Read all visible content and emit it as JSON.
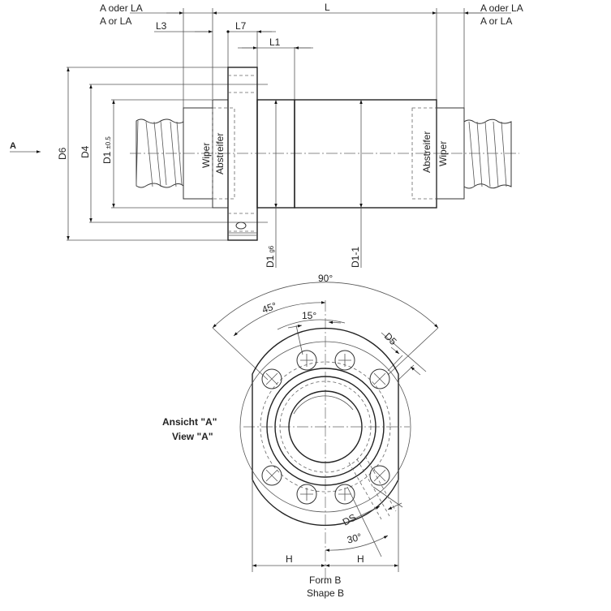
{
  "labels": {
    "a_oder_la_left": "A oder LA",
    "a_or_la_left": "A or LA",
    "a_oder_la_right": "A oder LA",
    "a_or_la_right": "A or LA",
    "L": "L",
    "L3": "L3",
    "L7": "L7",
    "L1": "L1",
    "view_arrow": "A",
    "D6": "D6",
    "D4": "D4",
    "D1_tol": "D1",
    "D1_tol_sub": "±0.5",
    "D1_g6": "D1",
    "D1_g6_sub": "g6",
    "D1_1": "D1-1",
    "wiper_left": "Wiper",
    "abstreifer_left": "Abstreifer",
    "wiper_right": "Wiper",
    "abstreifer_right": "Abstreifer",
    "angle_90": "90°",
    "angle_45": "45°",
    "angle_15": "15°",
    "D5": "D5",
    "DS": "DS",
    "angle_30": "30°",
    "H_left": "H",
    "H_right": "H",
    "ansicht": "Ansicht \"A\"",
    "view": "View \"A\"",
    "form": "Form B",
    "shape": "Shape B"
  }
}
